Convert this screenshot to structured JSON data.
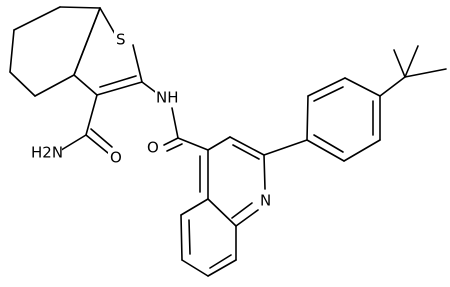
{
  "molecule": {
    "atoms": [
      {
        "id": "S",
        "label": "S",
        "kind": "heteroatom"
      },
      {
        "id": "NH",
        "label": "NH",
        "kind": "amide-nitrogen"
      },
      {
        "id": "O1",
        "label": "O",
        "kind": "carbonyl-oxygen"
      },
      {
        "id": "NH2",
        "label": "H2N",
        "kind": "amide-nitrogen"
      },
      {
        "id": "O2",
        "label": "O",
        "kind": "carbonyl-oxygen"
      },
      {
        "id": "Nq",
        "label": "N",
        "kind": "ring-nitrogen"
      }
    ]
  }
}
